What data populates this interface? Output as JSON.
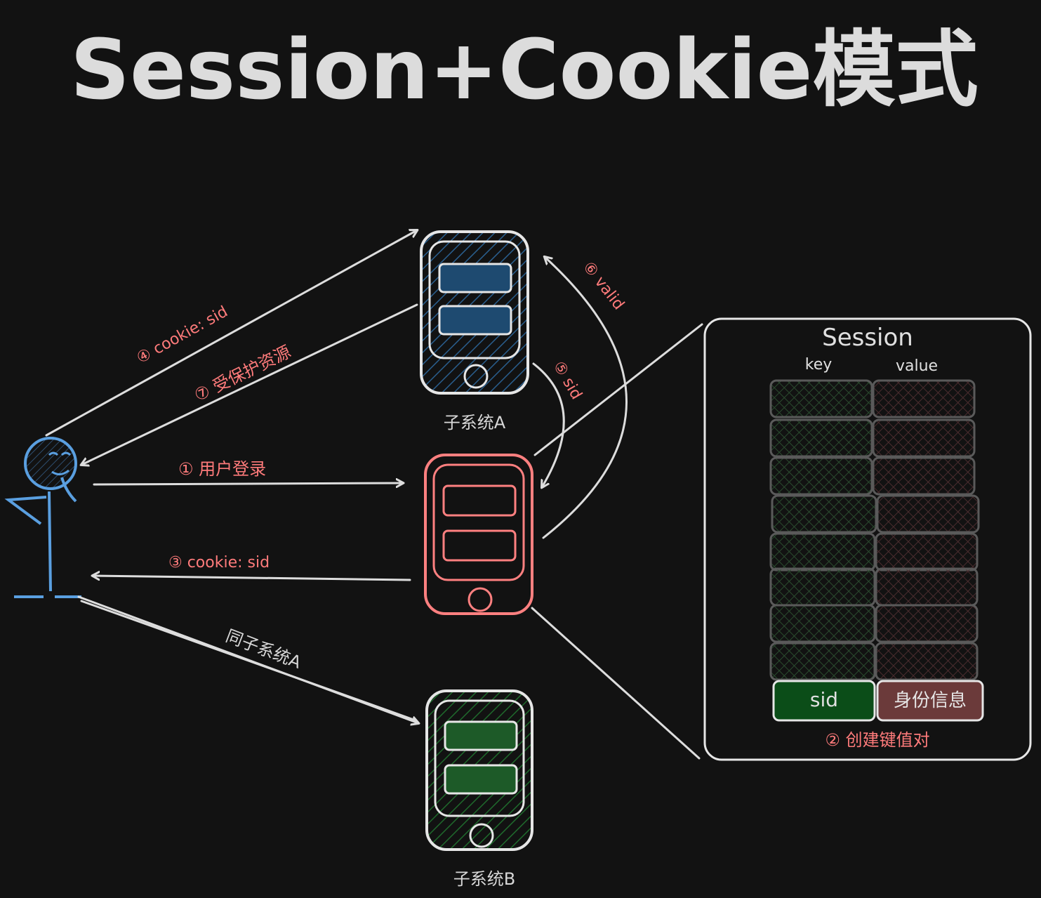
{
  "title": "Session+Cookie模式",
  "systems": {
    "a_label": "子系统A",
    "b_label": "子系统B"
  },
  "arrows": {
    "step1": "① 用户登录",
    "step3": "③ cookie: sid",
    "step4": "④ cookie: sid",
    "step5": "⑤ sid",
    "step6": "⑥ valid",
    "step7": "⑦ 受保护资源",
    "same_system": "同子系统A"
  },
  "session_panel": {
    "title": "Session",
    "key_header": "key",
    "value_header": "value",
    "entry_key": "sid",
    "entry_value": "身份信息",
    "caption": "② 创建键值对"
  },
  "colors": {
    "background": "#121212",
    "line": "#dddddd",
    "accent_red": "#ff7b7b",
    "person_blue": "#5a9fe0",
    "system_a_fill": "#1e4a70",
    "system_b_fill": "#1d5a28",
    "key_cell": "#1f3322",
    "value_cell": "#3a2426",
    "sid_fill": "#0b4d18",
    "info_fill": "#6b3a3a"
  }
}
